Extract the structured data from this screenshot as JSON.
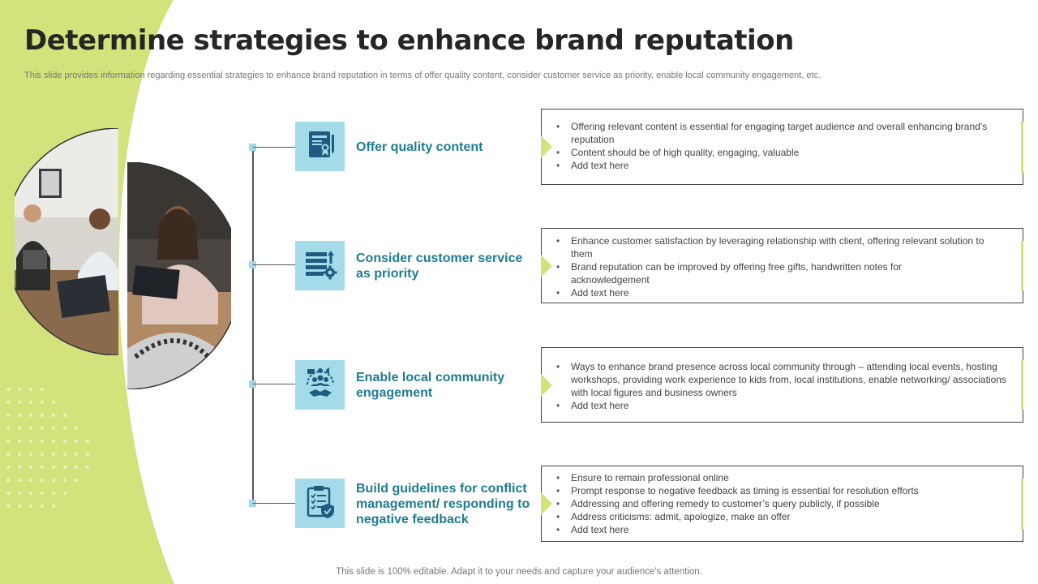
{
  "header": {
    "title": "Determine strategies to enhance brand reputation",
    "subtitle": "This slide provides information regarding essential strategies to enhance brand reputation in terms of offer quality content, consider customer service as priority, enable local community engagement, etc."
  },
  "colors": {
    "accent_green": "#d4e27b",
    "icon_bg": "#a3dbe9",
    "heading_teal": "#1e7c91",
    "icon_navy": "#1f5b80"
  },
  "strategies": [
    {
      "title": "Offer quality content",
      "icon": "certificate-document-icon",
      "bullets": [
        "Offering  relevant  content is essential for engaging target audience and overall enhancing brand’s reputation",
        "Content should be of high quality, engaging, valuable",
        "Add text here"
      ]
    },
    {
      "title": "Consider customer service as priority",
      "icon": "service-settings-icon",
      "bullets": [
        "Enhance customer satisfaction by leveraging  relationship with client, offering  relevant solution to them",
        "Brand reputation can be improved  by offering  free gifts, handwritten notes for acknowledgement",
        "Add text here"
      ]
    },
    {
      "title": "Enable local community engagement",
      "icon": "community-handshake-icon",
      "bullets": [
        "Ways to enhance brand presence  across local community through – attending local events, hosting workshops, providing  work experience to kids from, local institutions, enable networking/ associations with local figures  and business owners",
        "Add text here"
      ]
    },
    {
      "title": "Build guidelines for conflict management/ responding to negative feedback",
      "icon": "checklist-shield-icon",
      "bullets": [
        "Ensure to remain  professional  online",
        "Prompt response  to negative  feedback as timing is essential for resolution efforts",
        "Addressing and offering  remedy to customer’s query publicly, if possible",
        "Address criticisms: admit, apologize,  make an offer",
        "Add text here"
      ]
    }
  ],
  "footer": {
    "text": "This slide is 100% editable. Adapt it to your needs and capture your audience's attention."
  }
}
